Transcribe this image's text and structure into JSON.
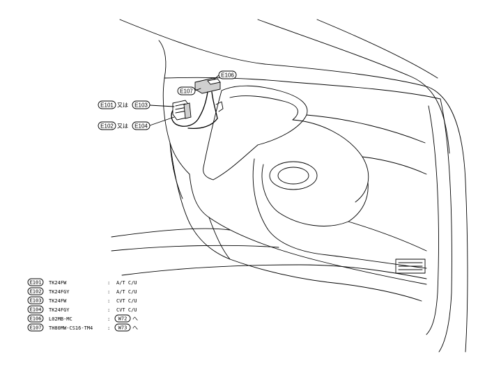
{
  "callouts": {
    "e106": "E106",
    "e107": "E107",
    "e101": "E101",
    "e103": "E103",
    "e102": "E102",
    "e104": "E104",
    "or_text": "又は"
  },
  "legend": [
    {
      "code": "E101",
      "part": "TK24FW",
      "desc": "A/T C/U",
      "ref": ""
    },
    {
      "code": "E102",
      "part": "TK24FGY",
      "desc": "A/T C/U",
      "ref": ""
    },
    {
      "code": "E103",
      "part": "TK24FW",
      "desc": "CVT C/U",
      "ref": ""
    },
    {
      "code": "E104",
      "part": "TK24FGY",
      "desc": "CVT C/U",
      "ref": ""
    },
    {
      "code": "E106",
      "part": "L02MB-MC",
      "desc": "",
      "ref": "W72",
      "arrow": "へ"
    },
    {
      "code": "E107",
      "part": "TH80MW-CS16-TM4",
      "desc": "",
      "ref": "W73",
      "arrow": "へ"
    }
  ],
  "legend_sep": ":"
}
